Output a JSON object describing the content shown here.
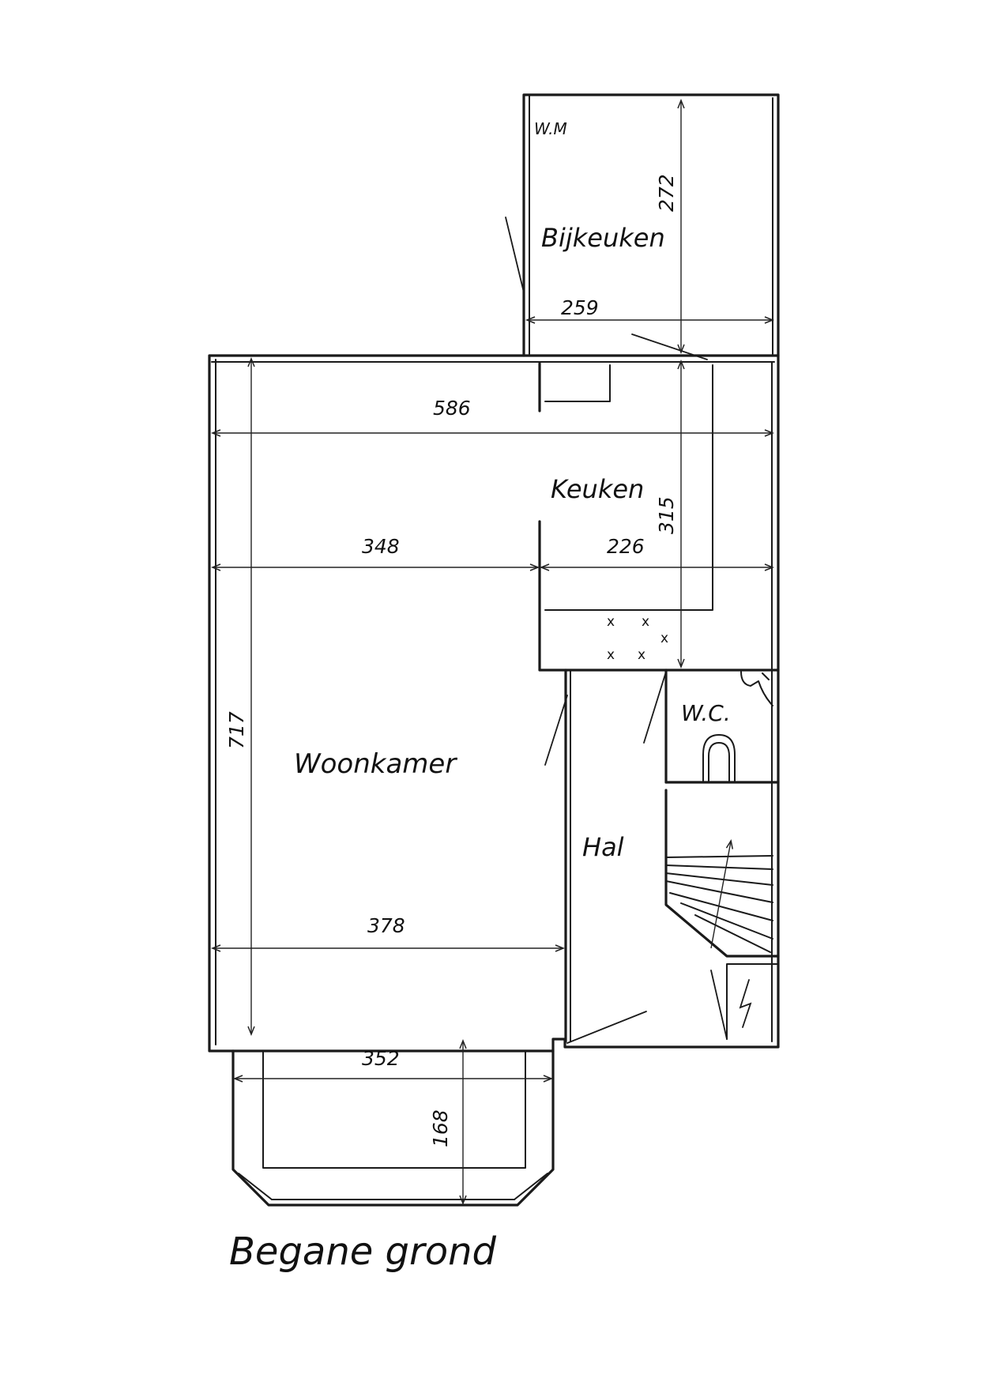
{
  "rooms": {
    "bijkeuken": "Bijkeuken",
    "wm": "W.M",
    "keuken": "Keuken",
    "woonkamer": "Woonkamer",
    "hal": "Hal",
    "wc": "W.C."
  },
  "dimensions": {
    "bijkeuken_height": "272",
    "bijkeuken_width": "259",
    "total_width": "586",
    "keuken_height": "315",
    "woonkamer_upper_width": "348",
    "keuken_width": "226",
    "woonkamer_depth": "717",
    "woonkamer_lower_width": "378",
    "bay_width": "352",
    "bay_depth": "168"
  },
  "stove_marks": [
    "x",
    "x",
    "x",
    "x",
    "x"
  ],
  "title": "Begane grond",
  "colors": {
    "ink": "#1a1a1a",
    "paper": "#ffffff"
  }
}
